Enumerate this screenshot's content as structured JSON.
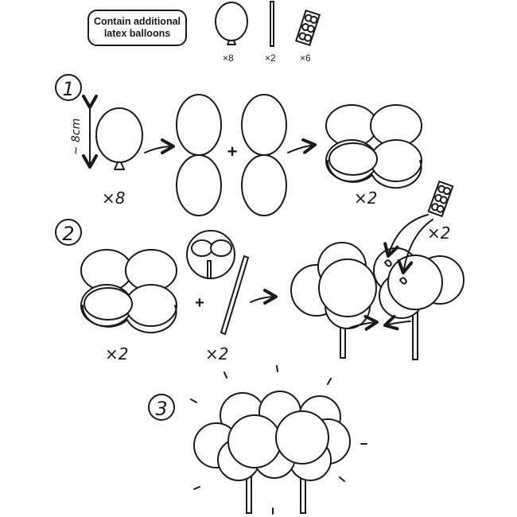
{
  "notice": {
    "line1": "Contain additional",
    "line2": "latex balloons"
  },
  "contents": [
    {
      "item": "balloon",
      "qty": "×8"
    },
    {
      "item": "stick",
      "qty": "×2"
    },
    {
      "item": "clip",
      "qty": "×6"
    }
  ],
  "steps": [
    {
      "number": "1",
      "size_label": "~ 8cm",
      "qty_balloons": "×8",
      "qty_result": "×2"
    },
    {
      "number": "2",
      "qty_clusters": "×2",
      "qty_sticks": "×2",
      "qty_clips": "×2"
    },
    {
      "number": "3"
    }
  ],
  "symbols": {
    "plus": "+"
  }
}
